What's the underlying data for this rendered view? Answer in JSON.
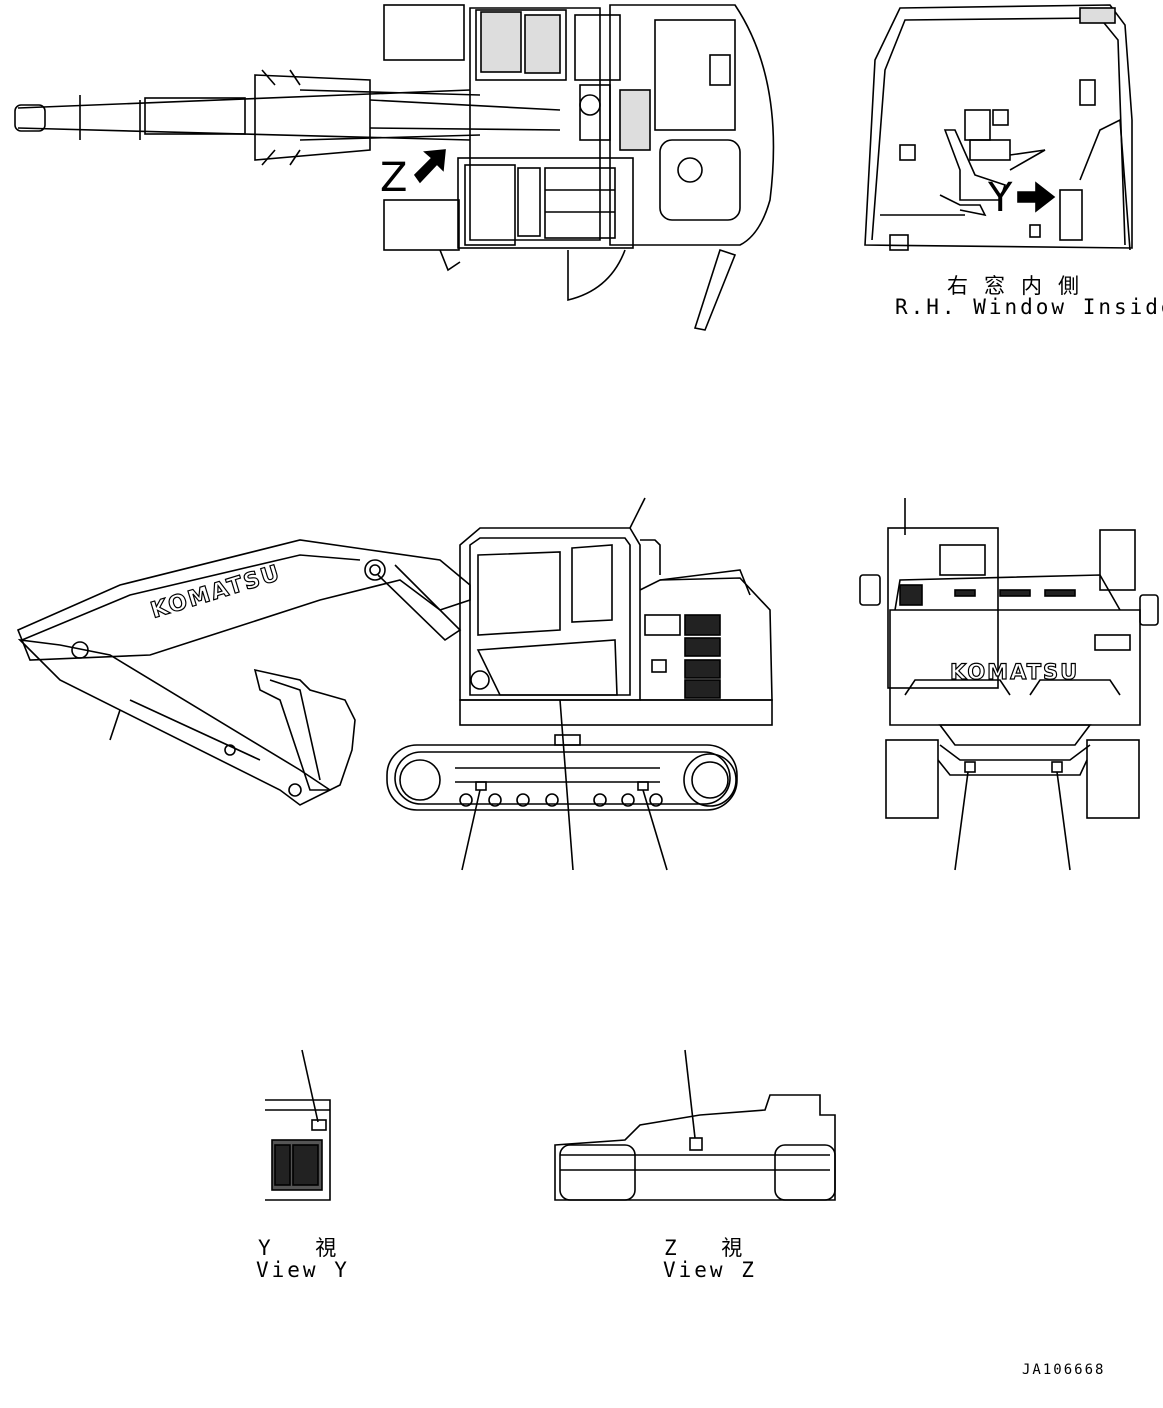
{
  "window_caption": {
    "jp": "右窓内側",
    "en": "R.H. Window Inside"
  },
  "view_y_caption": {
    "jp": "Y 視",
    "en": "View Y"
  },
  "view_z_caption": {
    "jp": "Z 視",
    "en": "View Z"
  },
  "arrow_z_letter": "Z",
  "arrow_y_letter": "Y",
  "brand_boom": "KOMATSU",
  "brand_rear": "KOMATSU",
  "drawing_code": "JA106668"
}
